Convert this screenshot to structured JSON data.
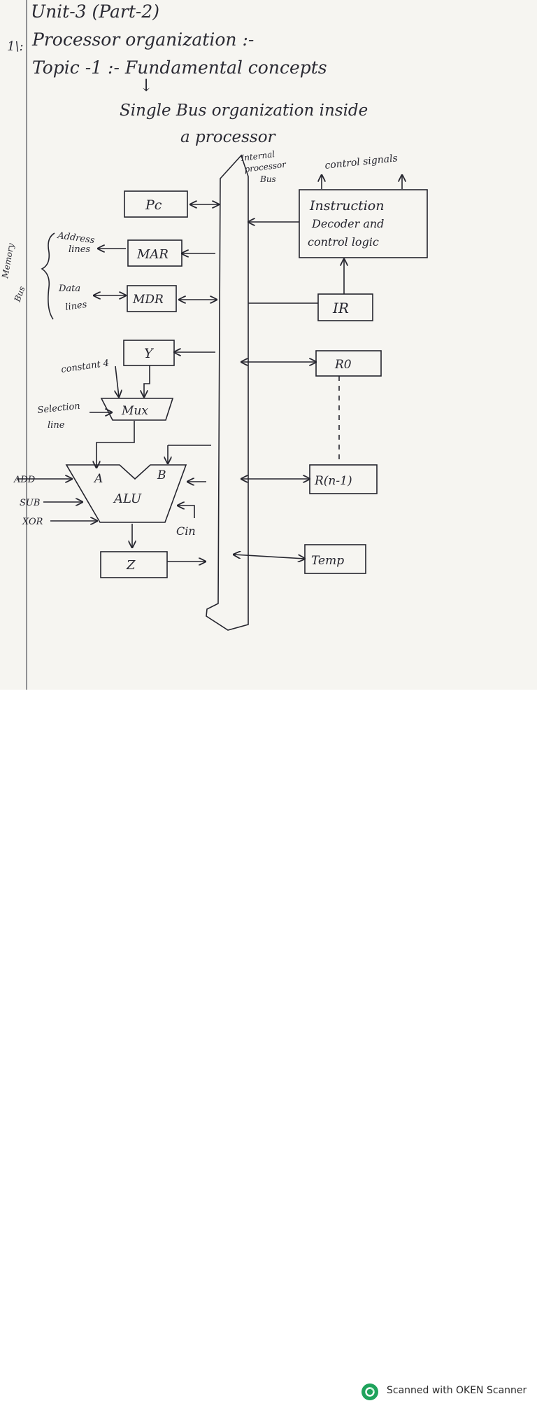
{
  "header": {
    "unit_title": "Unit-3 (Part-2)",
    "section_number": "1\\:",
    "section_title": "Processor organization :-",
    "topic_line": "Topic -1 :- Fundamental concepts",
    "subtopic_line1": "Single Bus organization inside",
    "subtopic_line2": "a processor"
  },
  "diagram": {
    "bus_label": [
      "Internal",
      "processor",
      "Bus"
    ],
    "control_signals": "control signals",
    "decoder_lines": [
      "Instruction",
      "Decoder and",
      "control logic"
    ],
    "registers": {
      "pc": "Pc",
      "mar": "MAR",
      "mdr": "MDR",
      "y": "Y",
      "z": "Z",
      "ir": "IR",
      "r0": "R0",
      "rn": "R(n-1)",
      "temp": "Temp"
    },
    "mux": "Mux",
    "alu": "ALU",
    "alu_input_a": "A",
    "alu_input_b": "B",
    "carry_in": "Cin",
    "constant": "constant 4",
    "selection_line": [
      "Selection",
      "line"
    ],
    "address_lines": [
      "Address",
      "lines"
    ],
    "data_lines": [
      "Data",
      "lines"
    ],
    "memory_bus": [
      "Memory",
      "Bus"
    ],
    "alu_ops": [
      "ADD",
      "SUB",
      "XOR"
    ]
  },
  "footer": {
    "scanner_text": "Scanned with OKEN Scanner",
    "accent_color": "#1fa35c"
  }
}
